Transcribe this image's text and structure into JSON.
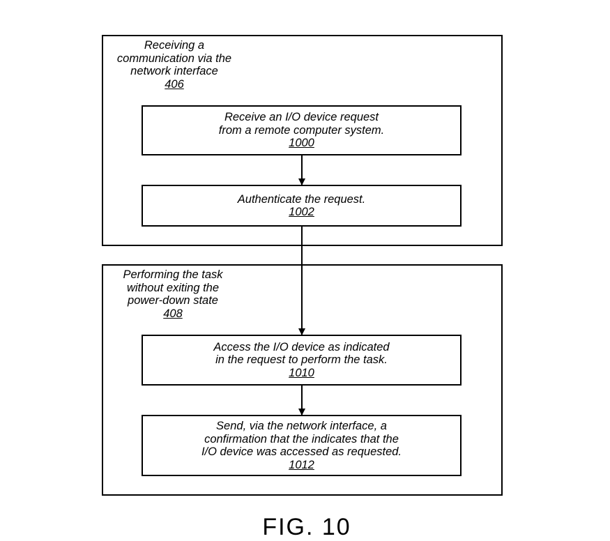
{
  "group_1": {
    "lines": [
      "Receiving a",
      "communication via the",
      "network interface"
    ],
    "ref": "406"
  },
  "group_2": {
    "lines": [
      "Performing the task",
      "without exiting the",
      "power-down state"
    ],
    "ref": "408"
  },
  "steps": [
    {
      "lines": [
        "Receive an I/O device request",
        "from a remote computer system."
      ],
      "ref": "1000"
    },
    {
      "lines": [
        "Authenticate the request."
      ],
      "ref": "1002"
    },
    {
      "lines": [
        "Access the I/O device as indicated",
        "in the request to perform the task."
      ],
      "ref": "1010"
    },
    {
      "lines": [
        "Send, via the network interface, a",
        "confirmation that the indicates that the",
        "I/O device was accessed as requested."
      ],
      "ref": "1012"
    }
  ],
  "figure_label": "FIG. 10"
}
